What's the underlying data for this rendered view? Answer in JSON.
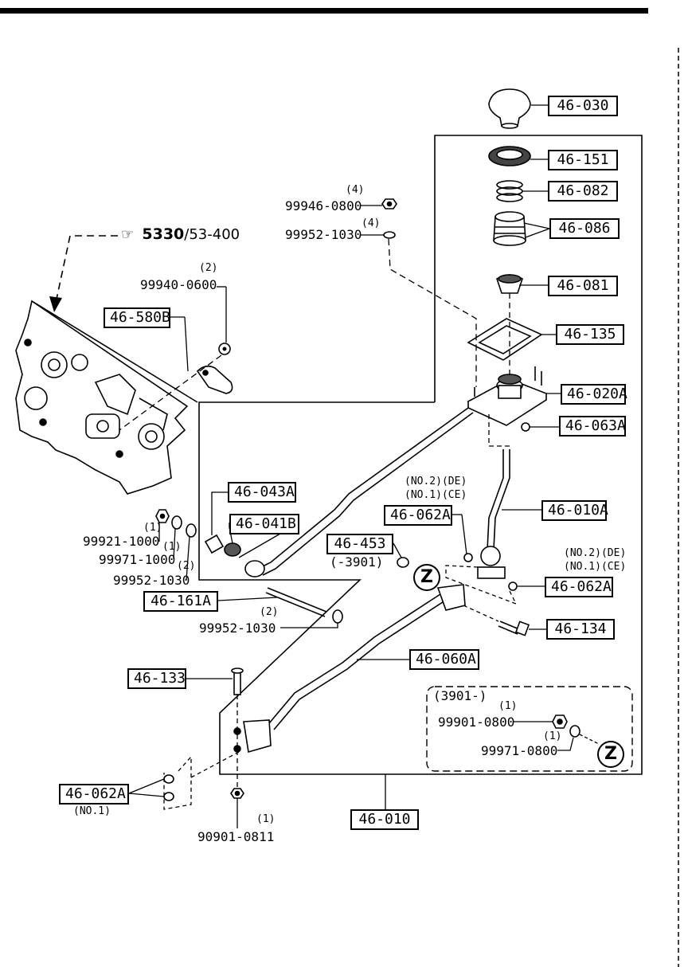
{
  "reference": {
    "symbol": "☞",
    "number": "5330",
    "suffix": "/53-400"
  },
  "boxed_parts": {
    "p46_030": "46-030",
    "p46_151": "46-151",
    "p46_082": "46-082",
    "p46_086": "46-086",
    "p46_081": "46-081",
    "p46_135": "46-135",
    "p46_020A": "46-020A",
    "p46_063A": "46-063A",
    "p46_010A": "46-010A",
    "p46_062A_mid": "46-062A",
    "p46_062A_right": "46-062A",
    "p46_062A_left": "46-062A",
    "p46_134": "46-134",
    "p46_060A": "46-060A",
    "p46_133": "46-133",
    "p46_010": "46-010",
    "p46_580B": "46-580B",
    "p46_043A": "46-043A",
    "p46_041B": "46-041B",
    "p46_161A": "46-161A",
    "p46_453": "46-453"
  },
  "parts": {
    "n99946_0800": "99946-0800",
    "q99946_0800": "(4)",
    "n99952_1030_top": "99952-1030",
    "q99952_1030_top": "(4)",
    "n99940_0600": "99940-0600",
    "q99940_0600": "(2)",
    "n99921_1000": "99921-1000",
    "q99921_1000": "(1)",
    "n99971_1000": "99971-1000",
    "q99971_1000": "(1)",
    "n99952_1030_a": "99952-1030",
    "q99952_1030_a": "(2)",
    "n99952_1030_b": "99952-1030",
    "q99952_1030_b": "(2)",
    "n99901_0800": "99901-0800",
    "q99901_0800": "(1)",
    "n99971_0800": "99971-0800",
    "q99971_0800": "(1)",
    "n90901_0811": "90901-0811",
    "q90901_0811": "(1)"
  },
  "notes": {
    "no2_de_mid": "(NO.2)(DE)",
    "no1_ce_mid": "(NO.1)(CE)",
    "no2_de_right": "(NO.2)(DE)",
    "no1_ce_right": "(NO.1)(CE)",
    "range_3901_before": "(-3901)",
    "range_3901_after": "(3901-)",
    "no1_left": "(NO.1)",
    "z_mark": "Z"
  }
}
